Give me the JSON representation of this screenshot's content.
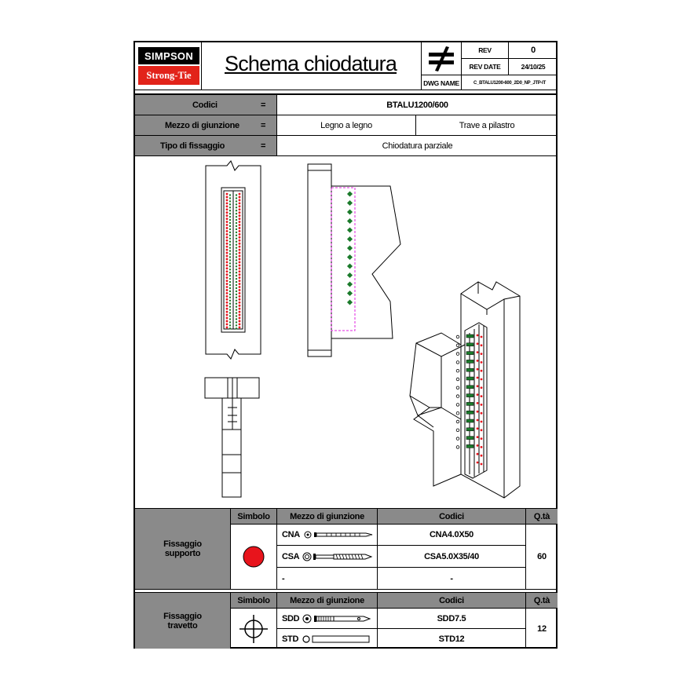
{
  "header": {
    "logo_top": "SIMPSON",
    "logo_bottom": "Strong-Tie",
    "title": "Schema chiodatura",
    "rev_label": "REV",
    "rev_value": "0",
    "rev_date_label": "REV DATE",
    "rev_date_value": "24/10/25",
    "dwg_name_label": "DWG NAME",
    "dwg_name_value": "C_BTALU1200-600_2D0_NP_JTP-IT",
    "symbol_icon": "not-equal-icon"
  },
  "info": {
    "codici_label": "Codici",
    "eq": "=",
    "codici_value": "BTALU1200/600",
    "mezzo_label": "Mezzo di giunzione",
    "mezzo_value_1": "Legno a legno",
    "mezzo_value_2": "Trave a pilastro",
    "tipo_label": "Tipo di fissaggio",
    "tipo_value": "Chiodatura parziale"
  },
  "colors": {
    "red_dot": "#e8141c",
    "green_dot": "#1a7a2a",
    "magenta": "#e020e0",
    "grey": "#8a8a8a"
  },
  "table1": {
    "group_label_1": "Fissaggio",
    "group_label_2": "supporto",
    "col_simbolo": "Simbolo",
    "col_mezzo": "Mezzo di giunzione",
    "col_codici": "Codici",
    "col_qta": "Q.tà",
    "rows": [
      {
        "mezzo": "CNA",
        "codice": "CNA4.0X50"
      },
      {
        "mezzo": "CSA",
        "codice": "CSA5.0X35/40"
      },
      {
        "mezzo": "-",
        "codice": "-"
      }
    ],
    "qta": "60",
    "symbol_icon": "red-dot-icon"
  },
  "table2": {
    "group_label_1": "Fissaggio",
    "group_label_2": "travetto",
    "col_simbolo": "Simbolo",
    "col_mezzo": "Mezzo di giunzione",
    "col_codici": "Codici",
    "col_qta": "Q.tà",
    "rows": [
      {
        "mezzo": "SDD",
        "codice": "SDD7.5"
      },
      {
        "mezzo": "STD",
        "codice": "STD12"
      }
    ],
    "qta": "12",
    "symbol_icon": "crosshair-icon"
  }
}
